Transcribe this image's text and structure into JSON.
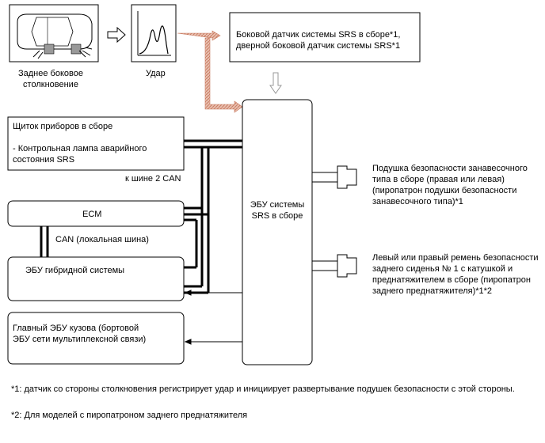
{
  "diagram": {
    "car_caption": "Заднее боковое\nстолкновение",
    "impact_caption": "Удар",
    "side_sensor": "Боковой датчик системы SRS в сборе*1,\nдверной боковой датчик системы SRS*1",
    "srs_ecu": "ЭБУ системы\nSRS в сборе",
    "instrument_panel": "Щиток приборов в сборе\n\n- Контрольная лампа аварийного\nсостояния SRS",
    "can2_label": "к шине 2 CAN",
    "ecm": "ECM",
    "can_local_label": "CAN (локальная шина)",
    "hybrid_ecu": "ЭБУ гибридной системы",
    "body_ecu": "Главный ЭБУ кузова (бортовой\nЭБУ сети мультиплексной связи)",
    "curtain_airbag": "Подушка безопасности занавесочного\nтипа в сборе (правая или левая)\n(пиропатрон подушки безопасности\nзанавесочного типа)*1",
    "seatbelt": "Левый или правый ремень безопасности\nзаднего сиденья № 1 с катушкой и\nпреднатяжителем в сборе (пиропатрон\nзаднего преднатяжителя)*1*2"
  },
  "footnotes": {
    "note1": "*1: датчик со стороны столкновения регистрирует удар и инициирует развертывание подушек безопасности с этой стороны.",
    "note2": "*2: Для моделей с пиропатроном заднего преднатяжителя"
  }
}
